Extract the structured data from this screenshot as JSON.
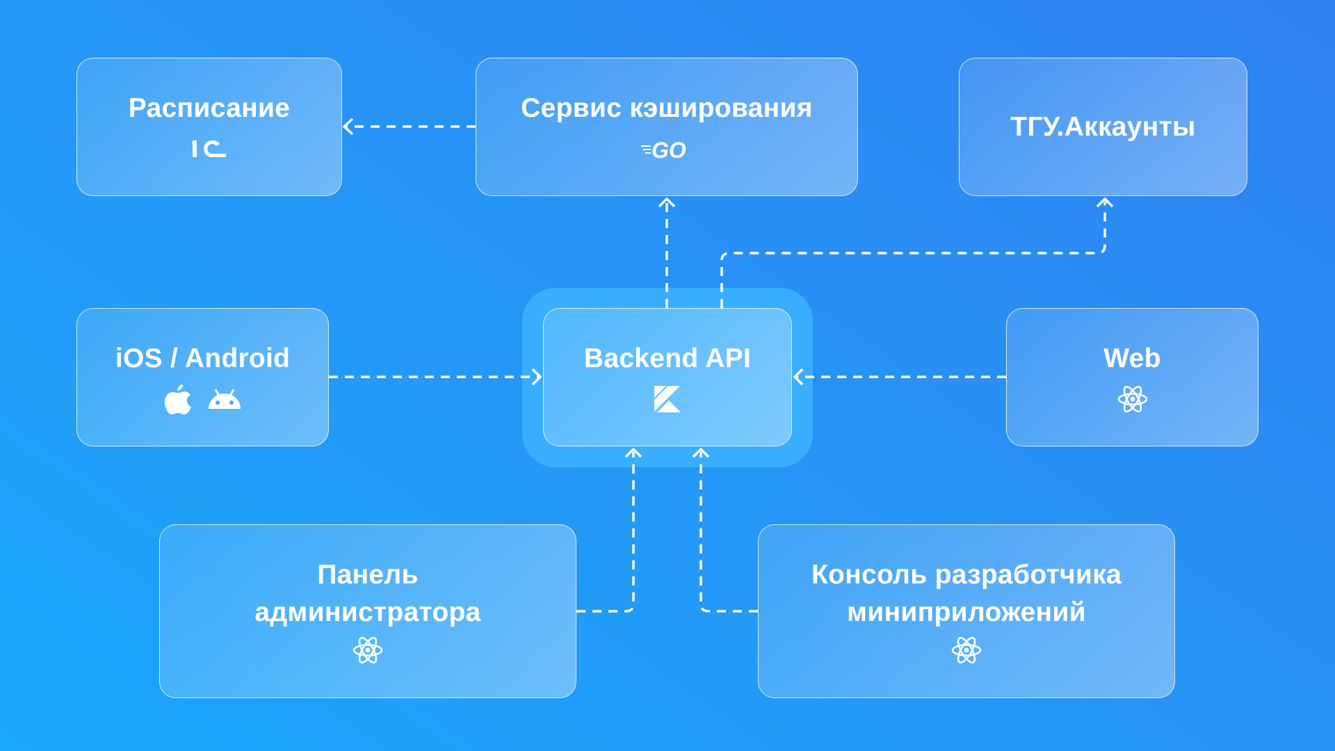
{
  "nodes": {
    "schedule": {
      "title": "Расписание",
      "icon": "1c-logo",
      "logo_text": "1C"
    },
    "cache": {
      "title": "Сервис кэширования",
      "icon": "go-logo",
      "logo_text": "GO"
    },
    "accounts": {
      "title": "ТГУ.Аккаунты"
    },
    "mobile": {
      "title": "iOS / Android",
      "icons": [
        "apple-icon",
        "android-icon"
      ]
    },
    "backend": {
      "title": "Backend API",
      "icon": "kotlin-icon"
    },
    "web": {
      "title": "Web",
      "icon": "react-icon"
    },
    "admin": {
      "title_line1": "Панель",
      "title_line2": "администратора",
      "icon": "react-icon"
    },
    "devconsole": {
      "title_line1": "Консоль разработчика",
      "title_line2": "миниприложений",
      "icon": "react-icon"
    }
  },
  "edges": [
    {
      "from": "cache",
      "to": "schedule"
    },
    {
      "from": "backend",
      "to": "cache"
    },
    {
      "from": "backend",
      "to": "accounts"
    },
    {
      "from": "mobile",
      "to": "backend"
    },
    {
      "from": "web",
      "to": "backend"
    },
    {
      "from": "admin",
      "to": "backend"
    },
    {
      "from": "devconsole",
      "to": "backend"
    }
  ],
  "colors": {
    "background_start": "#1aa6fb",
    "background_end": "#2f80f1",
    "highlight": "#3aaefe",
    "line": "#ffffff"
  }
}
